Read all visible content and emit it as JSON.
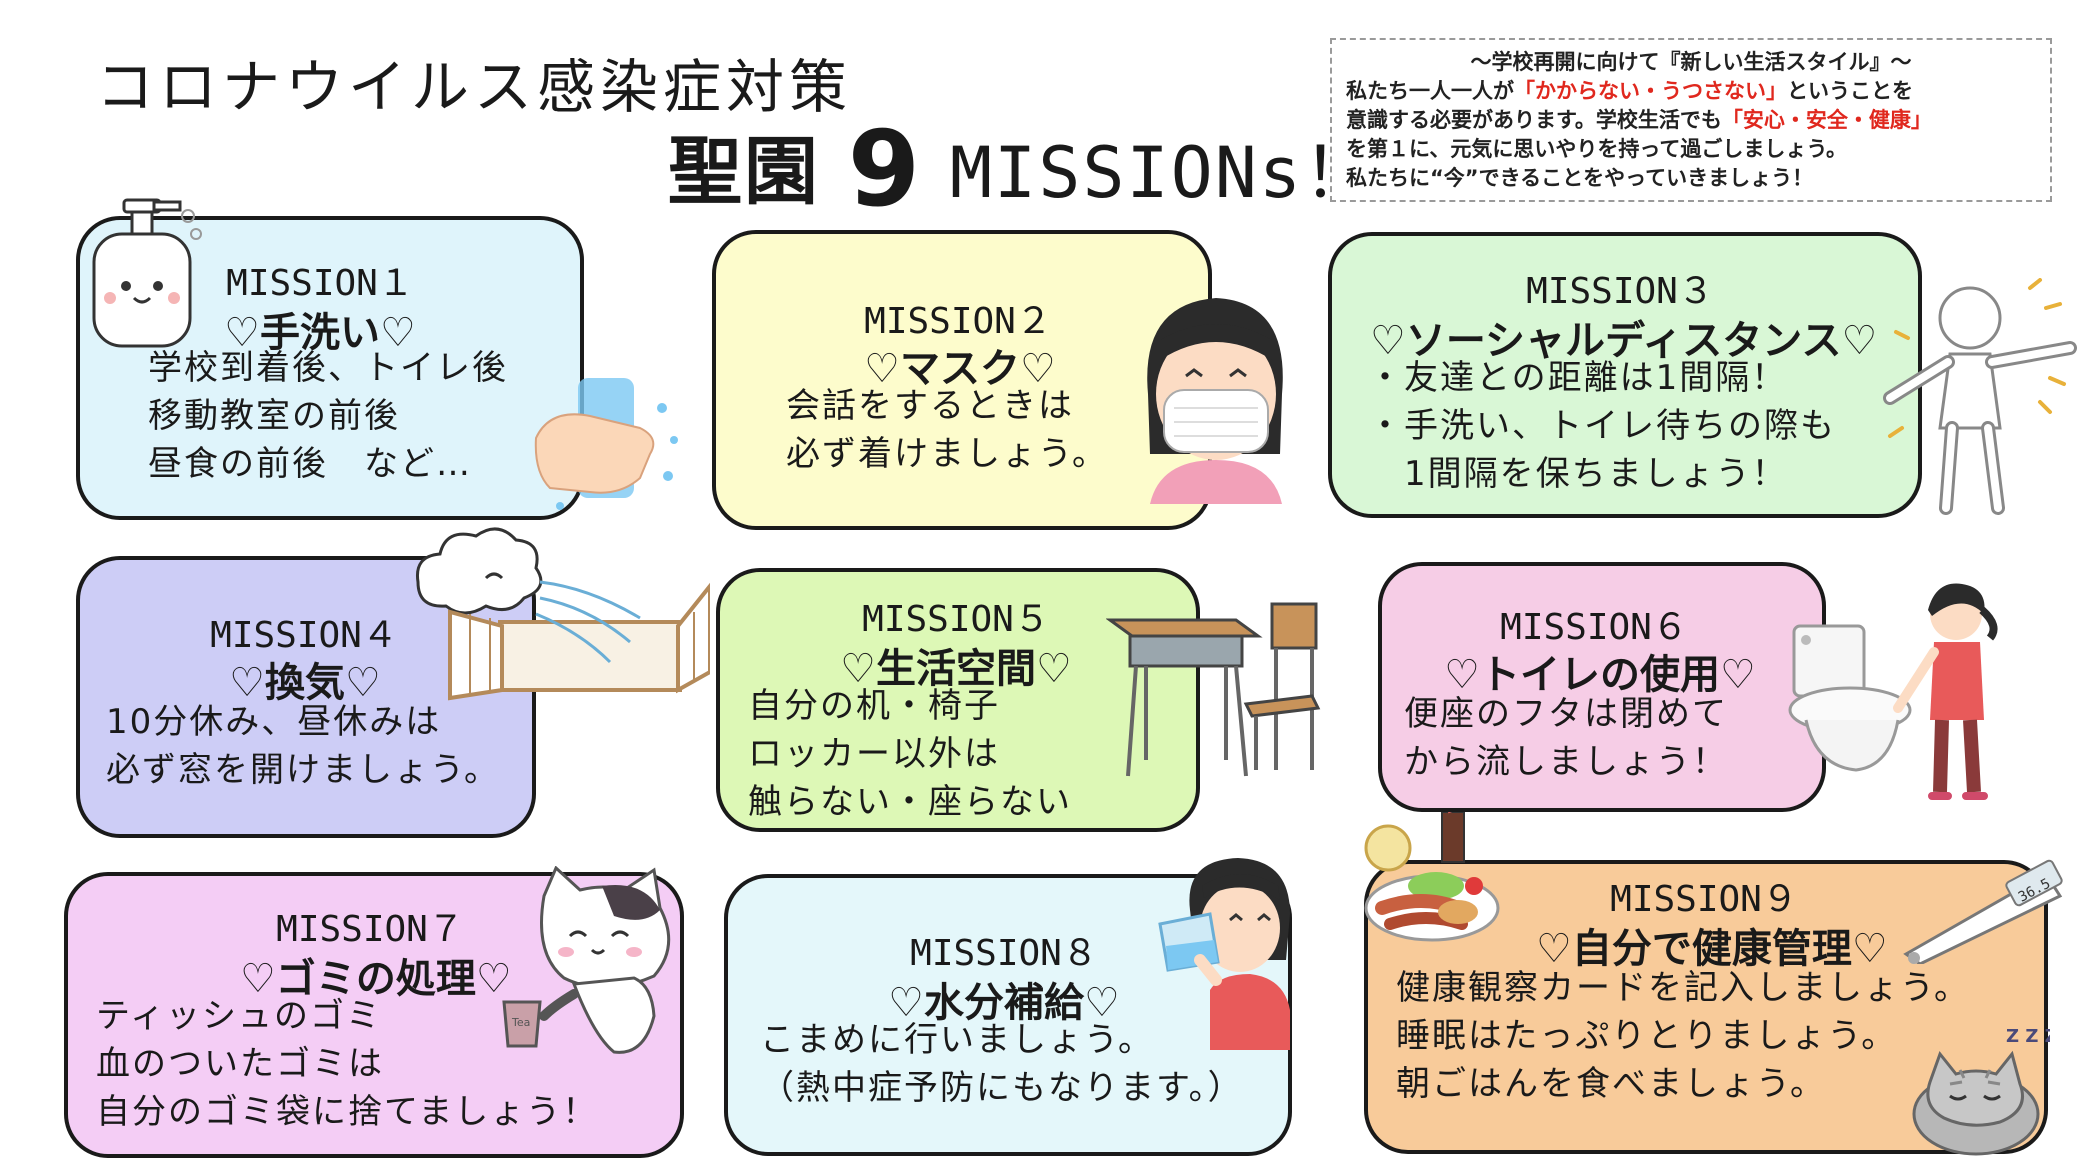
{
  "header": {
    "title_line1": "コロナウイルス感染症対策",
    "title_prefix": "聖園",
    "title_number": "9",
    "title_suffix": "MISSIONs！"
  },
  "notice": {
    "title": "～学校再開に向けて『新しい生活スタイル』～",
    "line1_a": "私たち一人一人が",
    "line1_red": "「かからない・うつさない」",
    "line1_b": "ということを",
    "line2_a": "意識する必要があります。学校生活でも",
    "line2_red": "「安心・安全・健康」",
    "line3": "を第１に、元気に思いやりを持って過ごしましょう。",
    "line4": "私たちに“今”できることをやっていきましょう！"
  },
  "missions": [
    {
      "label": "MISSION１",
      "title": "♡手洗い♡",
      "lines": [
        "学校到着後、トイレ後",
        "移動教室の前後",
        "昼食の前後　など…"
      ]
    },
    {
      "label": "MISSION２",
      "title": "♡マスク♡",
      "lines": [
        "会話をするときは",
        "必ず着けましょう。"
      ]
    },
    {
      "label": "MISSION３",
      "title": "♡ソーシャルディスタンス♡",
      "lines": [
        "・友達との距離は1間隔！",
        "・手洗い、トイレ待ちの際も",
        "　1間隔を保ちましょう！"
      ]
    },
    {
      "label": "MISSION４",
      "title": "♡換気♡",
      "lines": [
        "10分休み、昼休みは",
        "必ず窓を開けましょう。"
      ]
    },
    {
      "label": "MISSION５",
      "title": "♡生活空間♡",
      "lines": [
        "自分の机・椅子",
        "ロッカー以外は",
        "触らない・座らない"
      ]
    },
    {
      "label": "MISSION６",
      "title": "♡トイレの使用♡",
      "lines": [
        "便座のフタは閉めて",
        "から流しましょう！"
      ]
    },
    {
      "label": "MISSION７",
      "title": "♡ゴミの処理♡",
      "lines": [
        "ティッシュのゴミ",
        "血のついたゴミは",
        "自分のゴミ袋に捨てましょう！"
      ]
    },
    {
      "label": "MISSION８",
      "title": "♡水分補給♡",
      "lines": [
        "こまめに行いましょう。",
        "（熱中症予防にもなります。）"
      ]
    },
    {
      "label": "MISSION９",
      "title": "♡自分で健康管理♡",
      "lines": [
        "健康観察カードを記入しましょう。",
        "睡眠はたっぷりとりましょう。",
        "朝ごはんを食べましょう。"
      ]
    }
  ],
  "illustrations": {
    "thermometer_reading": "36.5",
    "cup_label": "Tea",
    "sleep_text": "Z Z Z"
  },
  "colors": {
    "m1": "#dff4fb",
    "m2": "#fdfccc",
    "m3": "#d9f7d6",
    "m4": "#cdcdf6",
    "m5": "#ddf8b6",
    "m6": "#f6cde6",
    "m7": "#f4cdf5",
    "m8": "#e4f7fa",
    "m9": "#f8cb9a",
    "notice_red": "#e0281e"
  }
}
